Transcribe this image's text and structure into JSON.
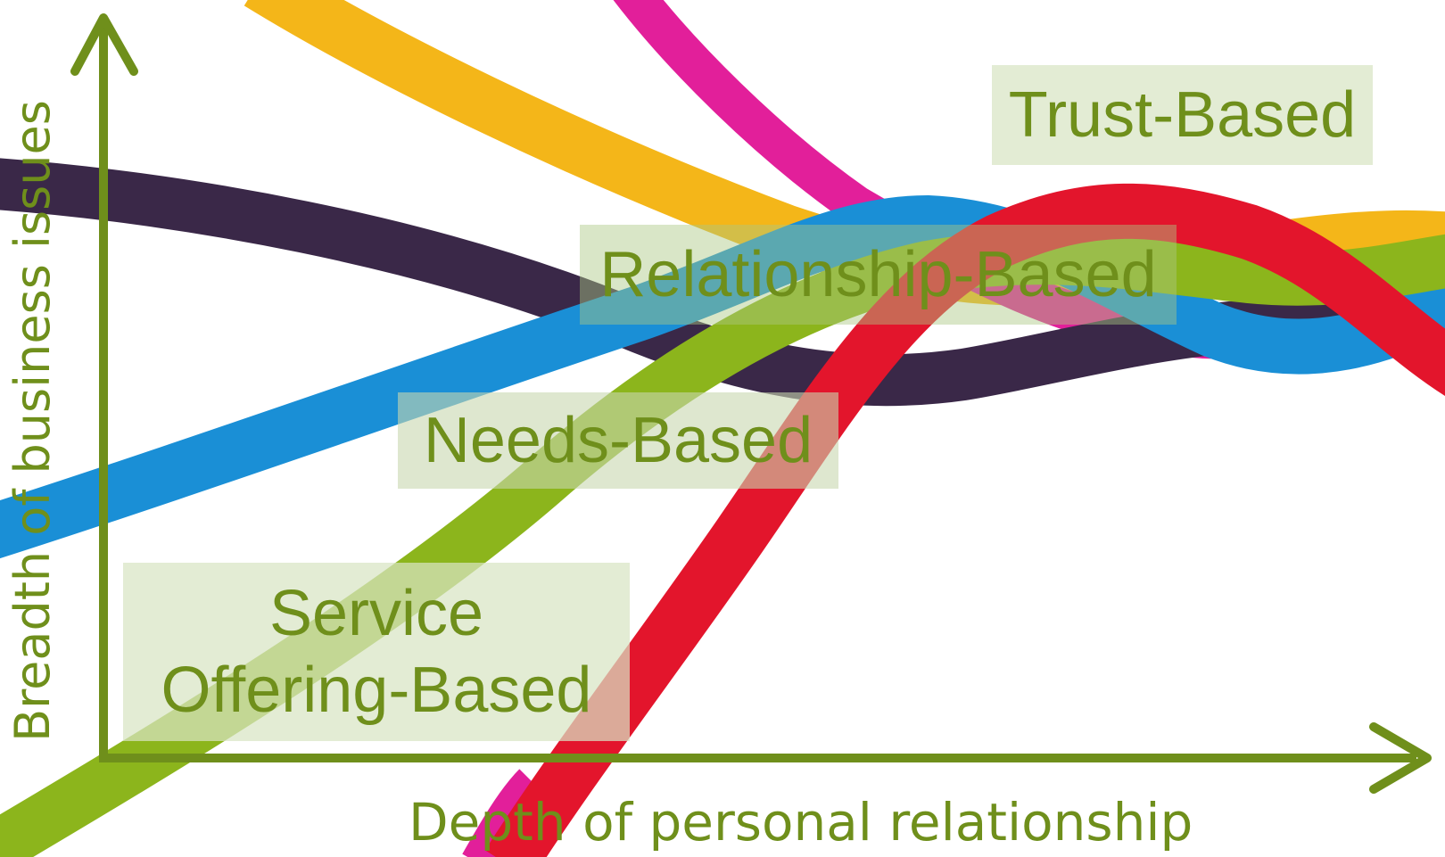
{
  "diagram": {
    "x_axis_label": "Depth of personal relationship",
    "y_axis_label": "Breadth of business issues",
    "stages": {
      "trust": "Trust-Based",
      "relationship": "Relationship-Based",
      "needs": "Needs-Based",
      "service_line1": "Service",
      "service_line2": "Offering-Based"
    },
    "colors": {
      "accent": "#6f8f1b",
      "label_box": "#d8e5c4",
      "ribbons": [
        "#f4b619",
        "#e21f9a",
        "#3a2848",
        "#1a8fd6",
        "#8cb51c",
        "#e3152c"
      ]
    }
  }
}
